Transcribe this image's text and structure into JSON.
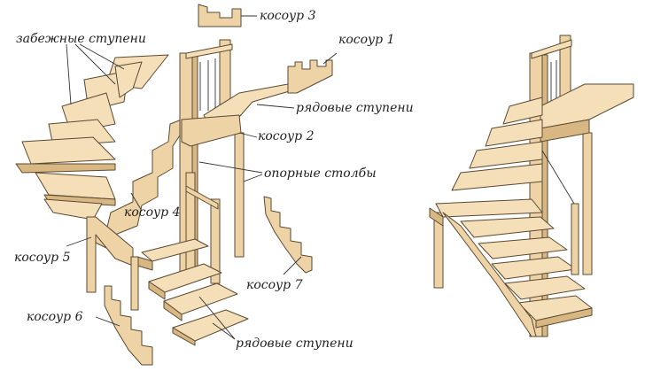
{
  "labels": {
    "winder_steps": "забежные ступени",
    "stringer_3": "косоур 3",
    "stringer_1": "косоур 1",
    "straight_steps_top": "рядовые ступени",
    "stringer_2": "косоур 2",
    "support_posts": "опорные столбы",
    "stringer_4": "косоур 4",
    "stringer_5": "косоур 5",
    "stringer_7": "косоур 7",
    "stringer_6": "косоур 6",
    "straight_steps_bottom": "рядовые ступени"
  },
  "colors": {
    "wood_face": "#edd3a6",
    "wood_top": "#f4dfb8",
    "wood_side": "#d9b783",
    "outline": "#5b4a33"
  }
}
